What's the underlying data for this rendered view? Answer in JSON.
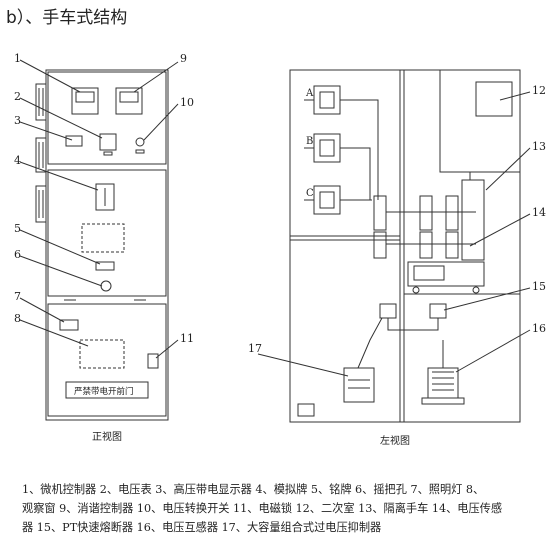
{
  "heading": "b）、手车式结构",
  "front_view": {
    "caption": "正视图",
    "callouts": [
      "1",
      "2",
      "3",
      "4",
      "5",
      "6",
      "7",
      "8",
      "9",
      "10",
      "11"
    ],
    "warning_plate": "严禁带电开前门"
  },
  "side_view": {
    "caption": "左视图",
    "terminal_labels": [
      "A",
      "B",
      "C"
    ],
    "callouts": [
      "12",
      "13",
      "14",
      "15",
      "16",
      "17"
    ]
  },
  "legend": {
    "line1": "1、微机控制器 2、电压表 3、高压带电显示器 4、模拟牌 5、铭牌 6、摇把孔 7、照明灯 8、",
    "line2": "观察窗 9、消谐控制器 10、电压转换开关 11、电磁锁 12、二次室 13、隔离手车 14、电压传感",
    "line3": "器 15、PT快速熔断器 16、电压互感器 17、大容量组合式过电压抑制器"
  },
  "colors": {
    "line": "#333333",
    "text": "#222222",
    "background": "#ffffff"
  }
}
